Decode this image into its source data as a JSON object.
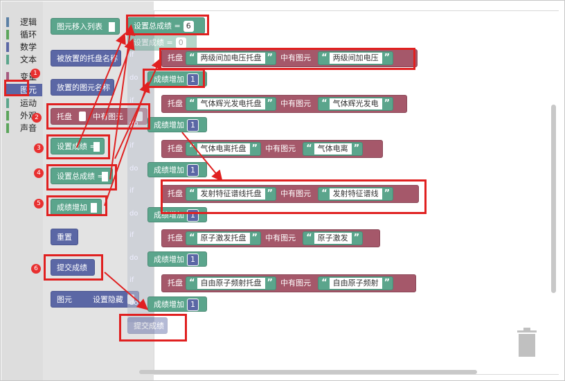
{
  "categories": [
    {
      "label": "逻辑",
      "color": "#5b80a5"
    },
    {
      "label": "循环",
      "color": "#5ba55b"
    },
    {
      "label": "数学",
      "color": "#5b67a5"
    },
    {
      "label": "文本",
      "color": "#5ba58c"
    },
    {
      "label": "变量",
      "color": "#a55b80"
    },
    {
      "label": "图元",
      "color": "#5b67a5",
      "selected": true
    },
    {
      "label": "运动",
      "color": "#5ba58c"
    },
    {
      "label": "外观",
      "color": "#5ba55b"
    },
    {
      "label": "声音",
      "color": "#5ba55b"
    }
  ],
  "flyout": {
    "move_into_list": "图元移入列表",
    "placed_tray_name": "被放置的托盘名称",
    "placed_element_name": "放置的图元名称",
    "tray_label": "托盘",
    "contains_element": "中有图元",
    "set_score": "设置成绩 =",
    "set_total_score": "设置总成绩 =",
    "score_increase": "成绩增加",
    "reset": "重置",
    "submit_score": "提交成绩",
    "element_label": "图元",
    "set_hidden": "设置隐藏"
  },
  "workspace": {
    "set_total_score": "设置总成绩 =",
    "total_value": "6",
    "set_score": "设置成绩 =",
    "score_value": "0",
    "if_label": "if",
    "do_label": "do",
    "tray_label": "托盘",
    "contains_label": "中有图元",
    "increase_label": "成绩增加",
    "increase_value": "1",
    "submit_label": "提交成绩",
    "open_quote": "“",
    "close_quote": "”",
    "rows": [
      {
        "tray": "两级间加电压托盘",
        "element": "两级间加电压"
      },
      {
        "tray": "气体辉光发电托盘",
        "element": "气体辉光发电"
      },
      {
        "tray": "气体电离托盘",
        "element": "气体电离"
      },
      {
        "tray": "发射特征谱线托盘",
        "element": "发射特征谱线"
      },
      {
        "tray": "原子激发托盘",
        "element": "原子激发"
      },
      {
        "tray": "自由原子频射托盘",
        "element": "自由原子频射"
      }
    ]
  },
  "markers": [
    "1",
    "2",
    "3",
    "4",
    "5",
    "6"
  ],
  "colors": {
    "green": "#5ba58c",
    "blue": "#5b67a5",
    "maroon": "#a5586a",
    "annotation": "#e02020"
  },
  "icons": [
    "trash-icon"
  ]
}
